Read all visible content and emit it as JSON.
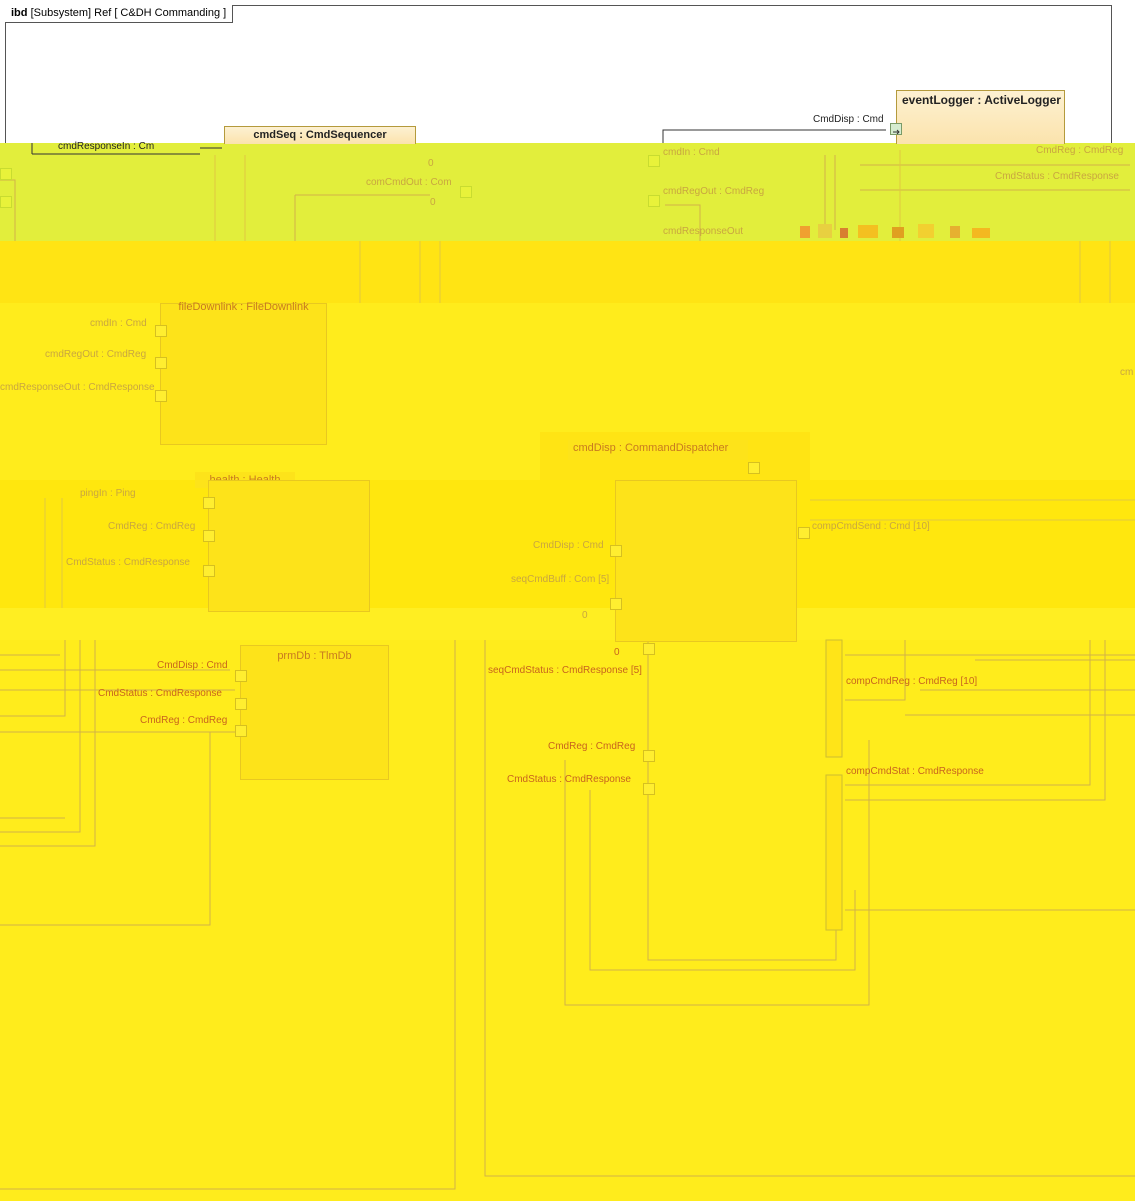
{
  "frame": {
    "kind": "ibd",
    "title": "[Subsystem] Ref [ C&DH Commanding ]"
  },
  "colors": {
    "glitch_top": "#e2ee3c",
    "glitch_main": "#ffec1c",
    "wire_visible": "#333333",
    "wire_faded": "#d8b24a",
    "text_faded": "#c9a640",
    "text_orange": "#c8641e",
    "part_fill": "#fbe3ac"
  },
  "parts": {
    "cmdSeq": {
      "title": "cmdSeq : CmdSequencer"
    },
    "eventLogger": {
      "title": "eventLogger : ActiveLogger"
    },
    "fileDownlink": {
      "title": "fileDownlink : FileDownlink"
    },
    "cmdDisp": {
      "title": "cmdDisp : CommandDispatcher"
    },
    "health": {
      "title": "health : Health"
    },
    "tlmDb": {
      "title": "prmDb : TlmDb"
    }
  },
  "labels": {
    "cmdResponseIn": "cmdResponseIn : Cm",
    "cmdSeq_zero": "0",
    "comCmdOut": "comCmdOut : Com",
    "cmdSeq_zero2": "0",
    "cmdIn": "cmdIn : Cmd",
    "cmdRegOut": "cmdRegOut : CmdReg",
    "cmdResponseOut": "cmdResponseOut",
    "evl_cmdDisp": "CmdDisp : Cmd",
    "evl_cmdReg": "CmdReg : CmdReg",
    "evl_cmdStatus": "CmdStatus : CmdResponse",
    "fd_cmdIn": "cmdIn : Cmd",
    "fd_cmdRegOut": "cmdRegOut : CmdReg",
    "fd_cmdResponseOut": "cmdResponseOut : CmdResponse",
    "right_edge": "cm",
    "h_pingIn": "pingIn : Ping",
    "h_cmdReg": "CmdReg : CmdReg",
    "h_cmdStatus": "CmdStatus : CmdResponse",
    "cd_cmdDisp": "CmdDisp : Cmd",
    "cd_seqCmdBuff": "seqCmdBuff : Com [5]",
    "cd_zero_a": "0",
    "cd_compCmdSend": "compCmdSend : Cmd [10]",
    "cd_zero_b": "0",
    "cd_seqCmdStatus": "seqCmdStatus : CmdResponse [5]",
    "cd_compCmdReg": "compCmdReg : CmdReg [10]",
    "cd_cmdReg": "CmdReg : CmdReg",
    "cd_compCmdStat": "compCmdStat : CmdResponse",
    "cd_cmdStatus": "CmdStatus : CmdResponse",
    "tdb_cmdDisp": "CmdDisp : Cmd",
    "tdb_cmdStatus": "CmdStatus : CmdResponse",
    "tdb_cmdReg": "CmdReg : CmdReg"
  }
}
